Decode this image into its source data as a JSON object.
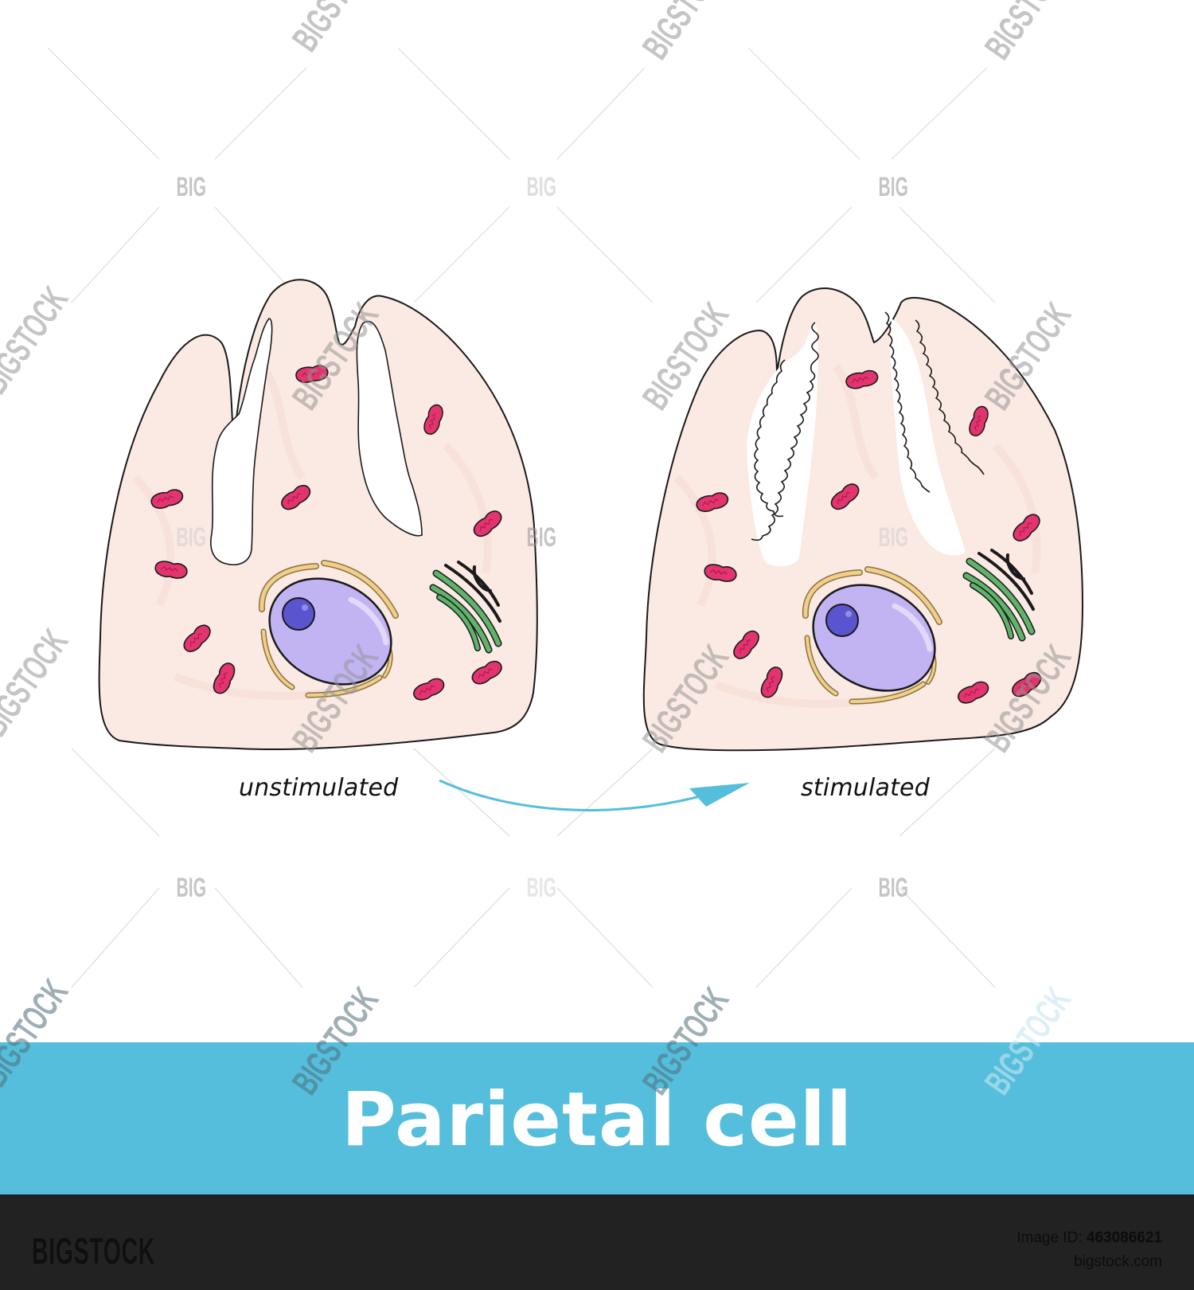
{
  "title": "Parietal cell",
  "labels": {
    "left": "unstimulated",
    "right": "stimulated"
  },
  "arrow": {
    "color": "#54bedc",
    "direction": "unstimulated-to-stimulated"
  },
  "colors": {
    "banner": "#54bedc",
    "footer": "#222222",
    "cytoplasm": "#fbe9e3",
    "mitochondria": "#e2356f",
    "nucleus": "#c2b4f3",
    "nucleolus": "#5a55cf",
    "endoplasmic_reticulum": "#f1cf8a",
    "golgi": "#5fb36a",
    "canaliculi": "#ffffff"
  },
  "cells": [
    {
      "state": "unstimulated",
      "organelles": [
        "secretory canaliculi (collapsed, tubulovesicles)",
        "mitochondria",
        "nucleus",
        "nucleolus",
        "rough endoplasmic reticulum",
        "golgi apparatus"
      ]
    },
    {
      "state": "stimulated",
      "organelles": [
        "secretory canaliculi (expanded, microvilli)",
        "mitochondria",
        "nucleus",
        "nucleolus",
        "rough endoplasmic reticulum",
        "golgi apparatus"
      ]
    }
  ],
  "watermarks": {
    "small": "BIG",
    "diagonal": "BIGSTOCK"
  },
  "footer": {
    "logo": "BIGSTOCK",
    "image_id_label": "Image ID:",
    "image_id": "463086621",
    "site": "bigstock.com"
  }
}
